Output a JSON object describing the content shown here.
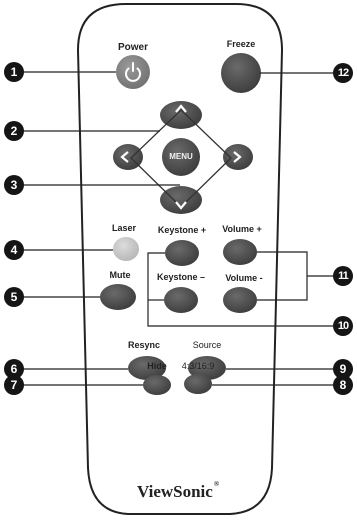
{
  "brand": {
    "name": "ViewSonic",
    "mark": "®"
  },
  "buttons": {
    "power": "Power",
    "freeze": "Freeze",
    "menu": "MENU",
    "laser": "Laser",
    "mute": "Mute",
    "keystone_plus": "Keystone +",
    "keystone_minus": "Keystone –",
    "volume_plus": "Volume +",
    "volume_minus": "Volume -",
    "resync": "Resync",
    "source": "Source",
    "hide": "Hide",
    "aspect": "4:3/16:9"
  },
  "callouts": [
    "1",
    "2",
    "3",
    "4",
    "5",
    "6",
    "7",
    "8",
    "9",
    "10",
    "11",
    "12"
  ],
  "icons": {
    "power": "power-icon",
    "arrows": [
      "arrow-up-icon",
      "arrow-left-icon",
      "arrow-right-icon",
      "arrow-down-icon"
    ]
  },
  "colors": {
    "button": "#4a4a4a",
    "button_light": "#c8c8c8",
    "body_outline": "#222222",
    "callout": "#151515"
  }
}
